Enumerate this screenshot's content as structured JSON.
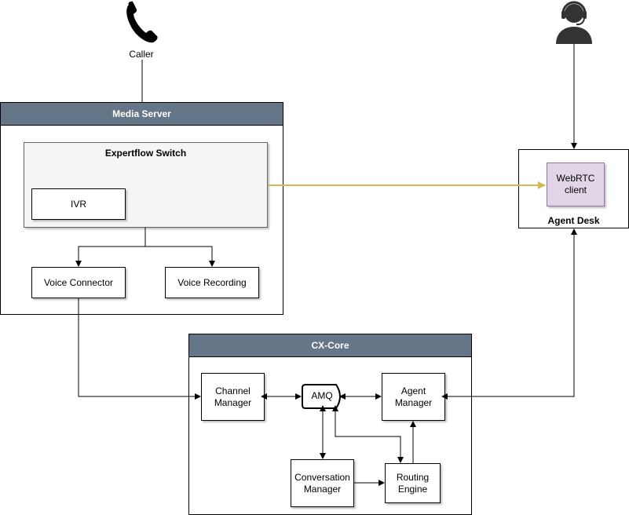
{
  "caller": {
    "label": "Caller",
    "icon": "phone-icon"
  },
  "agent": {
    "icon": "agent-headset-icon"
  },
  "media_server": {
    "title": "Media Server",
    "switch_title": "Expertflow Switch",
    "ivr": "IVR",
    "voice_connector": "Voice Connector",
    "voice_recording": "Voice Recording"
  },
  "agent_desk": {
    "title": "Agent Desk",
    "webrtc": "WebRTC\nclient"
  },
  "cx_core": {
    "title": "CX-Core",
    "channel_manager": "Channel\nManager",
    "amq": "AMQ",
    "agent_manager": "Agent\nManager",
    "conversation_manager": "Conversation\nManager",
    "routing_engine": "Routing\nEngine"
  },
  "colors": {
    "header_fill": "#647687",
    "switch_fill": "#f5f5f5",
    "webrtc_fill": "#e1d5e7",
    "webrtc_stroke": "#9673a6",
    "media_link": "#d6b656"
  }
}
